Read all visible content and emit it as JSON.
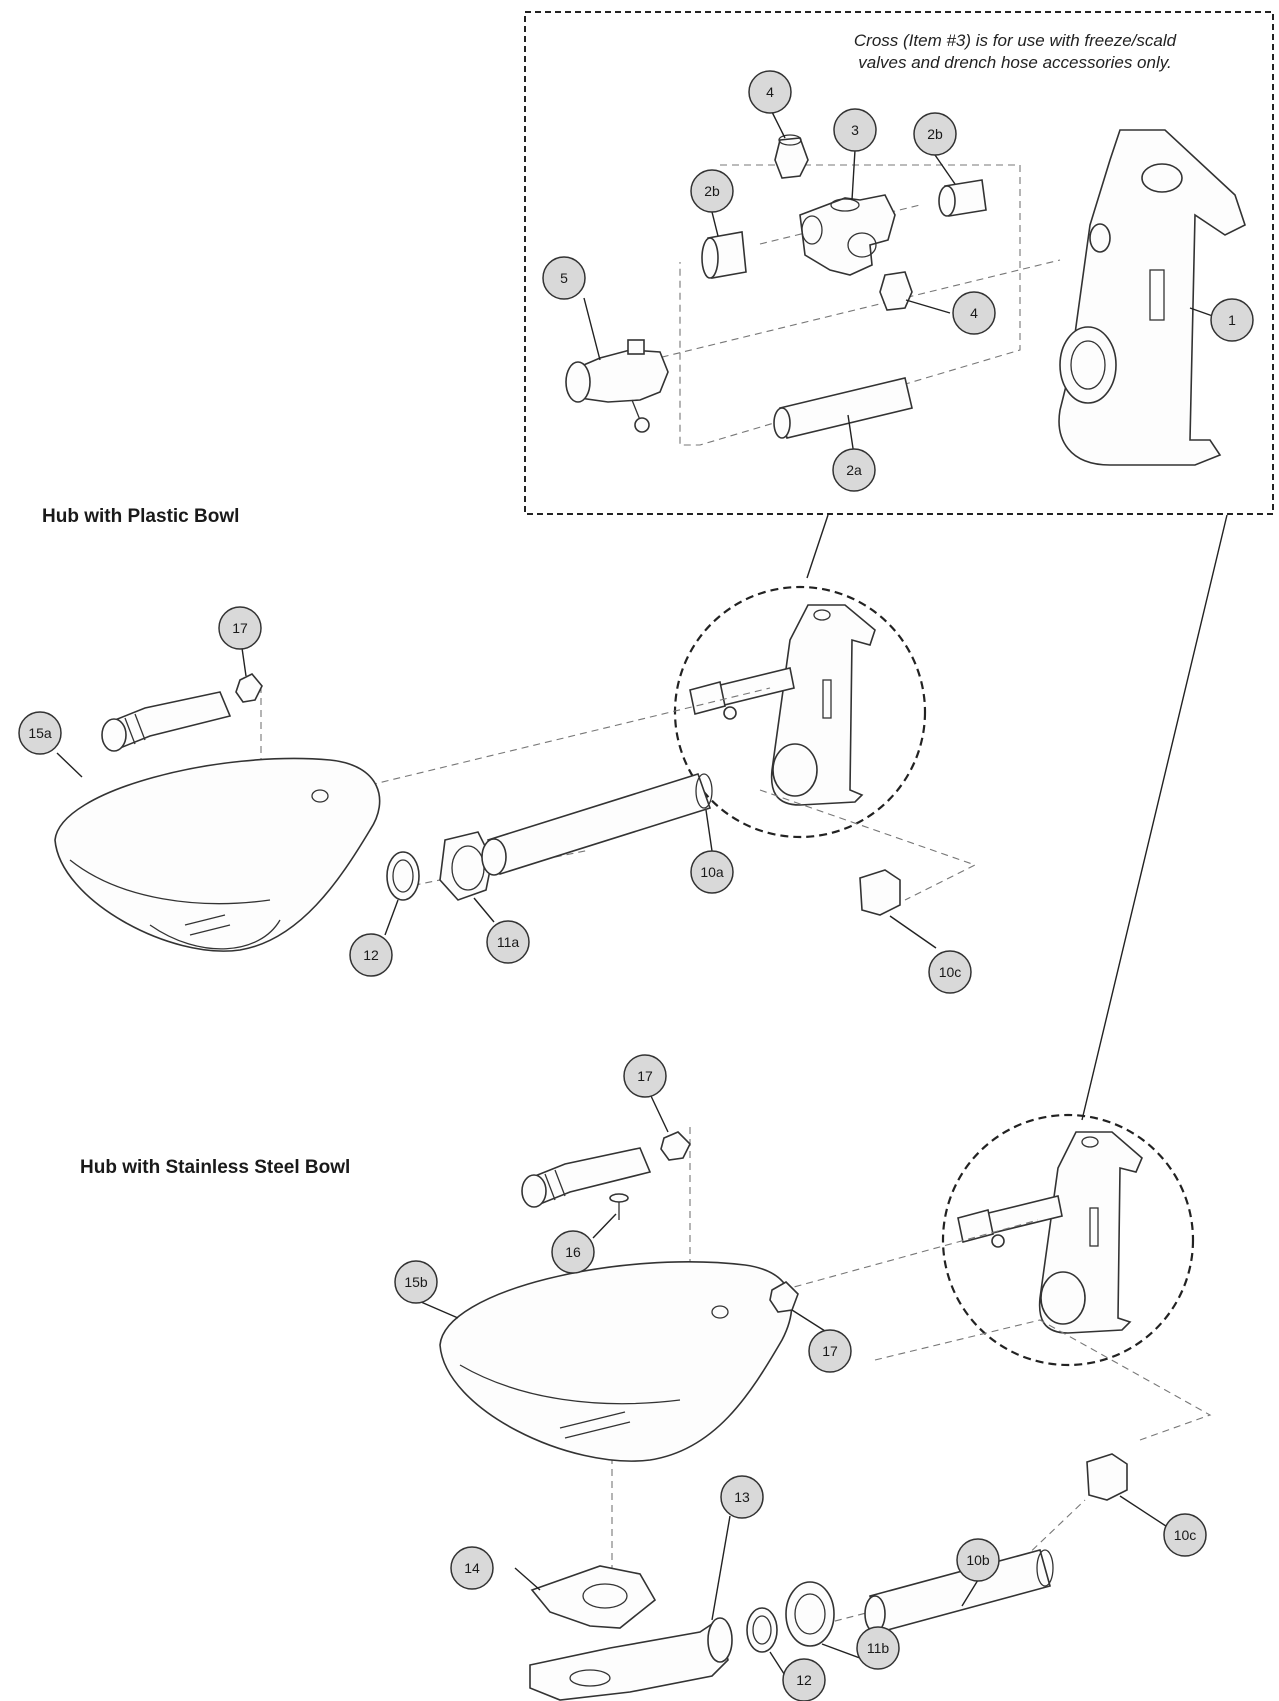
{
  "note": {
    "line1": "Cross (Item #3) is for use with freeze/scald",
    "line2": "valves and drench hose accessories only."
  },
  "sections": {
    "plastic": "Hub with Plastic Bowl",
    "steel": "Hub with Stainless Steel Bowl"
  },
  "callouts": {
    "c_1": "1",
    "c_2a": "2a",
    "c_2b_left": "2b",
    "c_2b_right": "2b",
    "c_3": "3",
    "c_4_top": "4",
    "c_4_bottom": "4",
    "c_5": "5",
    "c_17_plastic": "17",
    "c_15a": "15a",
    "c_12_plastic": "12",
    "c_11a": "11a",
    "c_10a": "10a",
    "c_10c_plastic": "10c",
    "c_17_steel_top": "17",
    "c_16": "16",
    "c_15b": "15b",
    "c_17_steel_side": "17",
    "c_13": "13",
    "c_14": "14",
    "c_12_steel": "12",
    "c_11b": "11b",
    "c_10b": "10b",
    "c_10c_steel": "10c"
  },
  "colors": {
    "callout_fill": "#d9d9d9",
    "line": "#333333"
  }
}
